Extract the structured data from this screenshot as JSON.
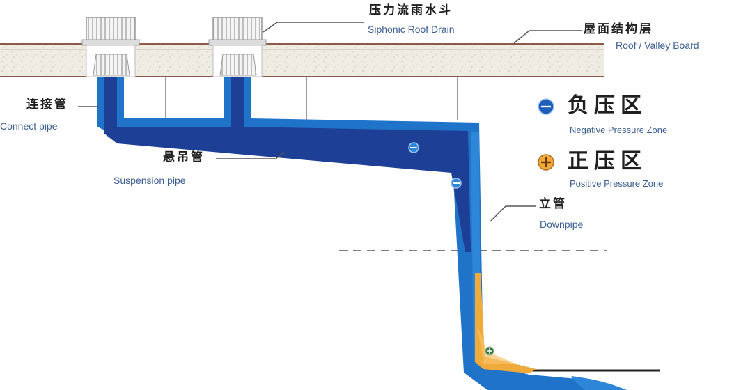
{
  "labels": {
    "siphonic_drain_cn": "压力流雨水斗",
    "siphonic_drain_en": "Siphonic Roof Drain",
    "roof_board_cn": "屋面结构层",
    "roof_board_en": "Roof / Valley Board",
    "connect_pipe_cn": "连接管",
    "connect_pipe_en": "Connect pipe",
    "suspension_pipe_cn": "悬吊管",
    "suspension_pipe_en": "Suspension pipe",
    "downpipe_cn": "立管",
    "downpipe_en": "Downpipe"
  },
  "legend": {
    "negative_cn": "负压区",
    "negative_en": "Negative Pressure Zone",
    "positive_cn": "正压区",
    "positive_en": "Positive Pressure Zone"
  },
  "colors": {
    "pipe_outer": "#1f73c9",
    "pipe_inner": "#1d3f95",
    "negative_zone": "#1d5fb8",
    "positive_zone": "#f0a93b",
    "roof_slab": "#efece4",
    "roof_edge": "#8a5a4a",
    "leader_line": "#555555"
  },
  "icons": {
    "negative_marker": "minus-circle-icon",
    "positive_marker": "plus-circle-icon"
  }
}
